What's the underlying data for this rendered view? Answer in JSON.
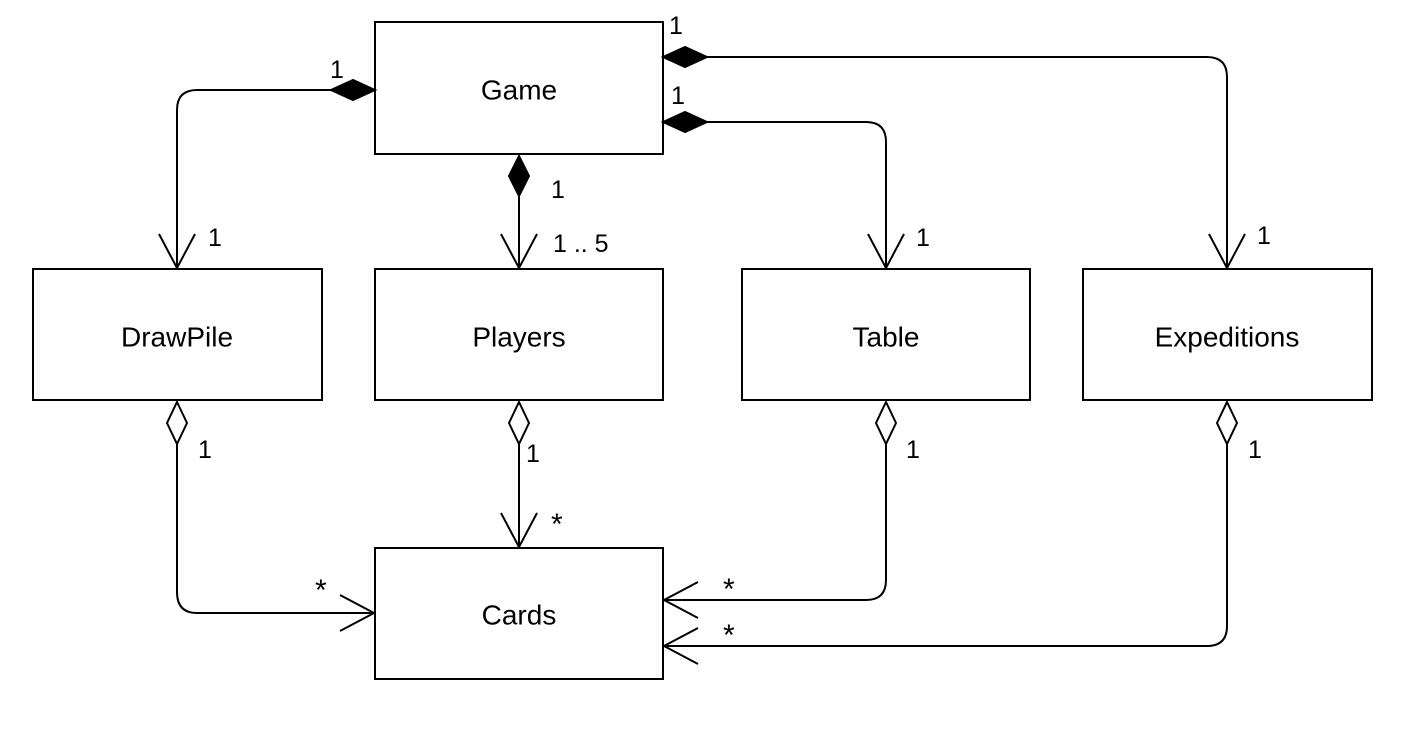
{
  "classes": {
    "game": "Game",
    "drawpile": "DrawPile",
    "players": "Players",
    "table": "Table",
    "expeditions": "Expeditions",
    "cards": "Cards"
  },
  "multiplicities": {
    "game_drawpile_source": "1",
    "game_drawpile_target": "1",
    "game_players_source": "1",
    "game_players_target": "1 .. 5",
    "game_table_source": "1",
    "game_table_target": "1",
    "game_expeditions_source": "1",
    "game_expeditions_target": "1",
    "drawpile_cards_source": "1",
    "drawpile_cards_target": "*",
    "players_cards_source": "1",
    "players_cards_target": "*",
    "table_cards_source": "1",
    "table_cards_target": "*",
    "expeditions_cards_source": "1",
    "expeditions_cards_target": "*"
  }
}
